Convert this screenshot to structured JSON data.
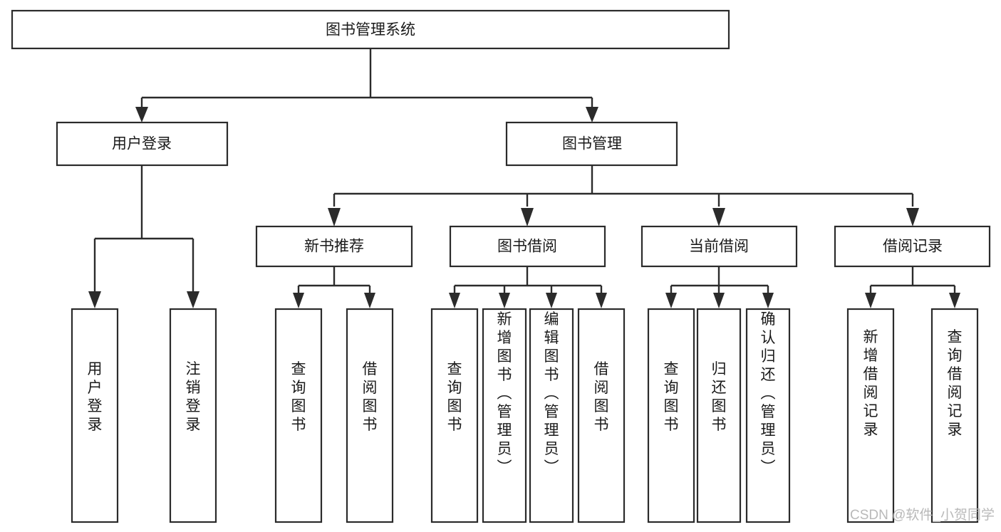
{
  "diagram": {
    "title": "图书管理系统",
    "type": "tree",
    "watermark": "CSDN @软件_小贺同学",
    "colors": {
      "box_stroke": "#2b2b2b",
      "box_fill": "#ffffff",
      "connector": "#2b2b2b",
      "text": "#1a1a1a",
      "watermark": "#b9b9b9",
      "background": "#ffffff"
    }
  },
  "nodes": {
    "root": {
      "label": "图书管理系统",
      "orientation": "horizontal"
    },
    "level2": [
      {
        "label": "用户登录",
        "orientation": "horizontal"
      },
      {
        "label": "图书管理",
        "orientation": "horizontal"
      }
    ],
    "level3": [
      {
        "label": "新书推荐",
        "orientation": "horizontal"
      },
      {
        "label": "图书借阅",
        "orientation": "horizontal"
      },
      {
        "label": "当前借阅",
        "orientation": "horizontal"
      },
      {
        "label": "借阅记录",
        "orientation": "horizontal"
      }
    ],
    "leaves": {
      "user_login": [
        {
          "label": "用户登录",
          "orientation": "vertical"
        },
        {
          "label": "注销登录",
          "orientation": "vertical"
        }
      ],
      "new_book_recommend": [
        {
          "label": "查询图书",
          "orientation": "vertical"
        },
        {
          "label": "借阅图书",
          "orientation": "vertical"
        }
      ],
      "book_borrow": [
        {
          "label": "查询图书",
          "orientation": "vertical"
        },
        {
          "label": "新增图书（管理员）",
          "orientation": "vertical"
        },
        {
          "label": "编辑图书（管理员）",
          "orientation": "vertical"
        },
        {
          "label": "借阅图书",
          "orientation": "vertical"
        }
      ],
      "current_borrow": [
        {
          "label": "查询图书",
          "orientation": "vertical"
        },
        {
          "label": "归还图书",
          "orientation": "vertical"
        },
        {
          "label": "确认归还（管理员）",
          "orientation": "vertical"
        }
      ],
      "borrow_record": [
        {
          "label": "新增借阅记录",
          "orientation": "vertical"
        },
        {
          "label": "查询借阅记录",
          "orientation": "vertical"
        }
      ]
    }
  }
}
